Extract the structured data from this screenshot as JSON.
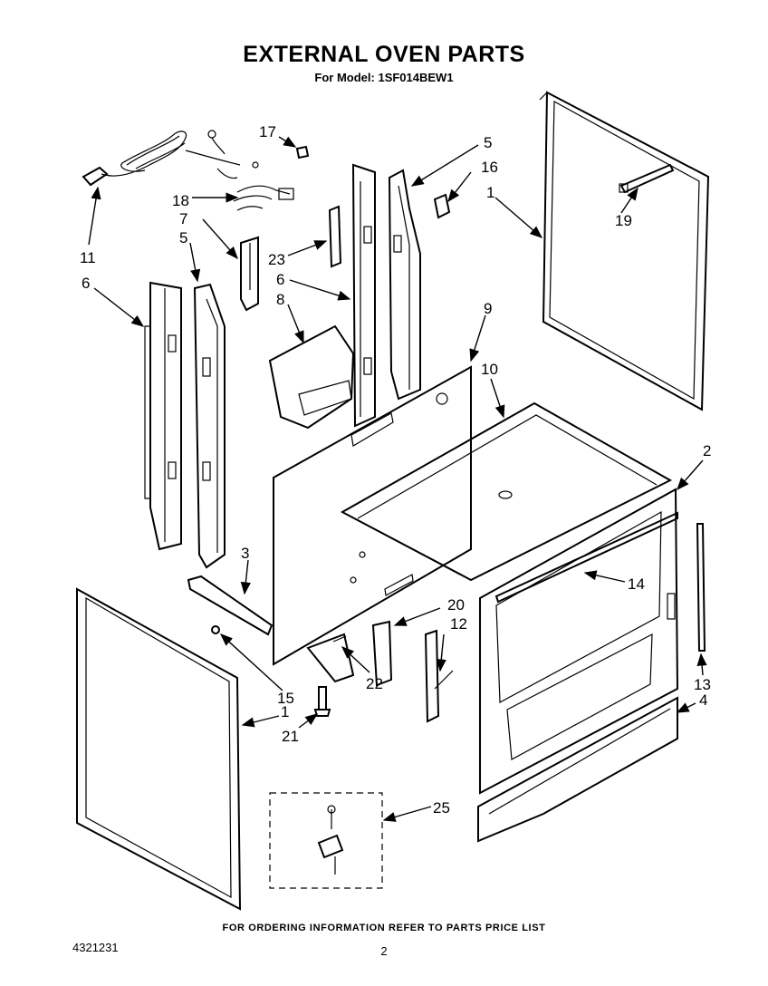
{
  "title": "EXTERNAL OVEN PARTS",
  "subtitle": "For Model: 1SF014BEW1",
  "footer": "FOR ORDERING INFORMATION REFER TO PARTS PRICE LIST",
  "doc_number": "4321231",
  "page_number": "2",
  "callouts": [
    {
      "key": "c17",
      "text": "17"
    },
    {
      "key": "c5a",
      "text": "5"
    },
    {
      "key": "c16",
      "text": "16"
    },
    {
      "key": "c1a",
      "text": "1"
    },
    {
      "key": "c18",
      "text": "18"
    },
    {
      "key": "c7",
      "text": "7"
    },
    {
      "key": "c19",
      "text": "19"
    },
    {
      "key": "c11",
      "text": "11"
    },
    {
      "key": "c5b",
      "text": "5"
    },
    {
      "key": "c23",
      "text": "23"
    },
    {
      "key": "c6a",
      "text": "6"
    },
    {
      "key": "c6b",
      "text": "6"
    },
    {
      "key": "c8",
      "text": "8"
    },
    {
      "key": "c9",
      "text": "9"
    },
    {
      "key": "c10",
      "text": "10"
    },
    {
      "key": "c2",
      "text": "2"
    },
    {
      "key": "c3",
      "text": "3"
    },
    {
      "key": "c14",
      "text": "14"
    },
    {
      "key": "c20",
      "text": "20"
    },
    {
      "key": "c12",
      "text": "12"
    },
    {
      "key": "c22",
      "text": "22"
    },
    {
      "key": "c15",
      "text": "15"
    },
    {
      "key": "c13",
      "text": "13"
    },
    {
      "key": "c1b",
      "text": "1"
    },
    {
      "key": "c4",
      "text": "4"
    },
    {
      "key": "c21",
      "text": "21"
    },
    {
      "key": "c25",
      "text": "25"
    }
  ]
}
